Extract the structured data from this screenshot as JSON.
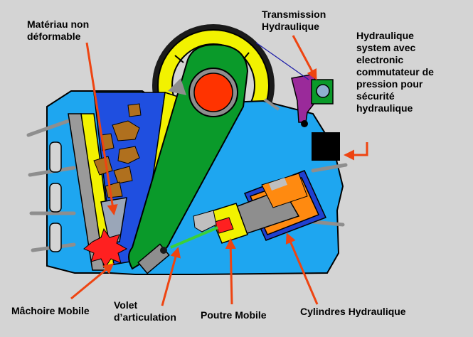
{
  "labels": {
    "non_deformable_material": "Matériau non\ndéformable",
    "hydraulic_transmission": "Transmission\nHydraulique",
    "hydraulic_system": "Hydraulique\nsystem avec\nelectronic\ncommutateur de\npression pour\nsécurité\nhydraulique",
    "moving_jaw": "Mâchoire Mobile",
    "toggle_plate": "Volet\nd’articulation",
    "moving_beam": "Poutre Mobile",
    "hydraulic_cylinders": "Cylindres Hydraulique"
  },
  "colors": {
    "background": "#d4d4d4",
    "frame": "#1ea6f0",
    "jaw": "#0a9a2a",
    "chamber": "#1f4fe0",
    "liner": "#f2f200",
    "rock": "#b0701e",
    "cylinder": "#ff8a10",
    "arrow": "#ee4411",
    "eccentric": "#ff3300",
    "spark": "#ff2020"
  }
}
